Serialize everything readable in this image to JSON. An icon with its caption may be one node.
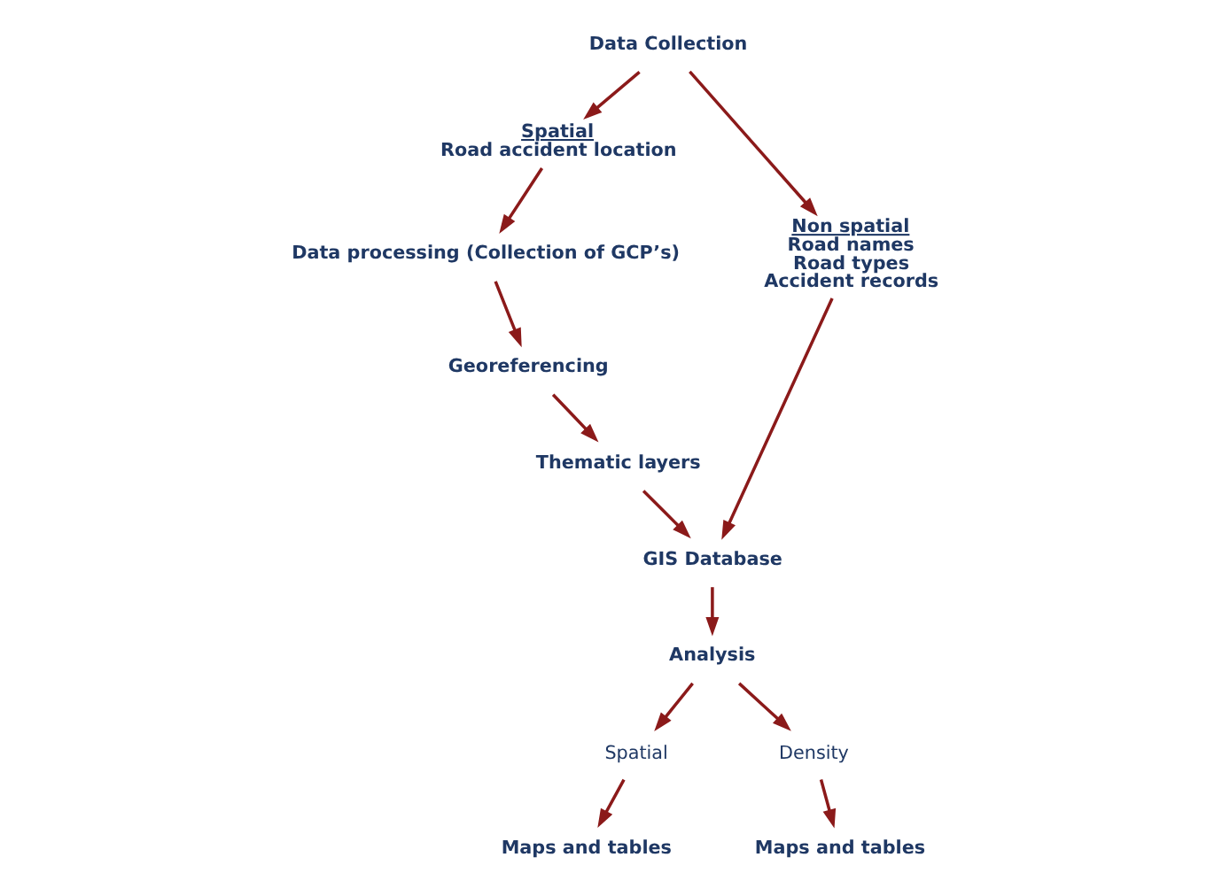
{
  "diagram": {
    "nodes": [
      {
        "text": [
          "Data Collection"
        ]
      },
      {
        "text": [
          "Spatial",
          "Road accident location"
        ]
      },
      {
        "text": [
          "Non spatial",
          "Road names",
          "Road types",
          "Accident records"
        ]
      },
      {
        "text": [
          "Data processing (Collection of GCP’s)"
        ]
      },
      {
        "text": [
          "Georeferencing"
        ]
      },
      {
        "text": [
          "Thematic layers"
        ]
      },
      {
        "text": [
          "GIS Database"
        ]
      },
      {
        "text": [
          "Analysis"
        ]
      },
      {
        "text": [
          "Spatial"
        ]
      },
      {
        "text": [
          "Density"
        ]
      },
      {
        "text": [
          "Maps and tables"
        ]
      },
      {
        "text": [
          "Maps and tables"
        ]
      }
    ],
    "edges": [
      {
        "from": 0,
        "to": 1,
        "arrow": "to"
      },
      {
        "from": 0,
        "to": 2,
        "arrow": "to"
      },
      {
        "from": 1,
        "to": 3,
        "arrow": "to"
      },
      {
        "from": 3,
        "to": 4,
        "arrow": "to"
      },
      {
        "from": 4,
        "to": 5,
        "arrow": "to"
      },
      {
        "from": 5,
        "to": 6,
        "arrow": "to"
      },
      {
        "from": 2,
        "to": 6,
        "arrow": "to"
      },
      {
        "from": 6,
        "to": 7,
        "arrow": "to"
      },
      {
        "from": 7,
        "to": 8,
        "arrow": "to"
      },
      {
        "from": 7,
        "to": 9,
        "arrow": "to"
      },
      {
        "from": 8,
        "to": 10,
        "arrow": "to"
      },
      {
        "from": 9,
        "to": 11,
        "arrow": "to"
      }
    ]
  }
}
